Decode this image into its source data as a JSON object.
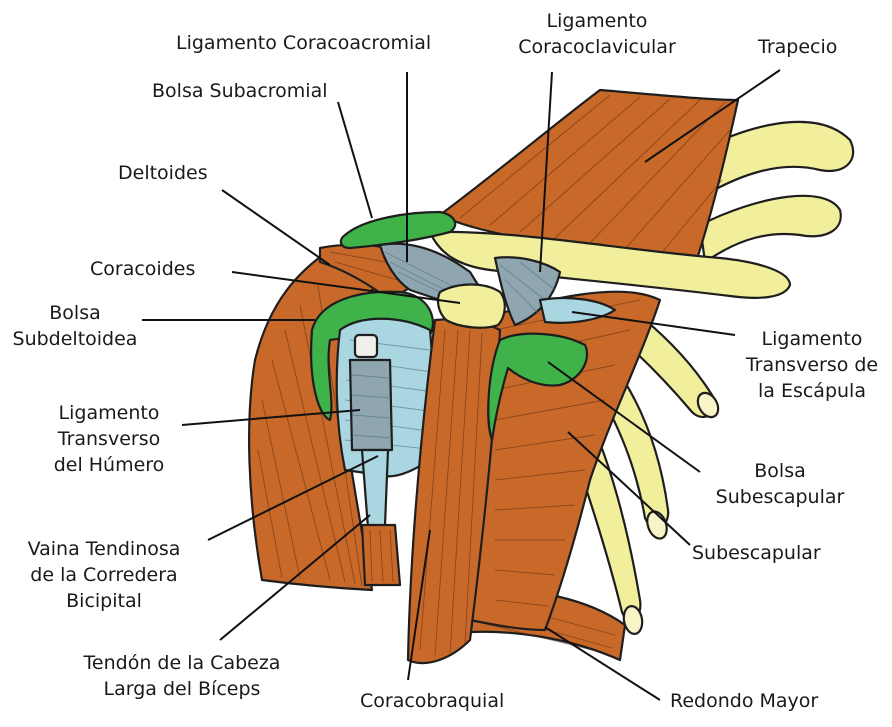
{
  "labels": {
    "lig_coracoacromial": "Ligamento Coracoacromial",
    "lig_coracoclavicular_1": "Ligamento",
    "lig_coracoclavicular_2": "Coracoclavicular",
    "trapecio": "Trapecio",
    "bolsa_subacromial": "Bolsa Subacromial",
    "deltoides": "Deltoides",
    "coracoides": "Coracoides",
    "bolsa_subdeltoidea_1": "Bolsa",
    "bolsa_subdeltoidea_2": "Subdeltoidea",
    "lig_transverso_escapula_1": "Ligamento",
    "lig_transverso_escapula_2": "Transverso de",
    "lig_transverso_escapula_3": "la Escápula",
    "lig_transverso_humero_1": "Ligamento",
    "lig_transverso_humero_2": "Transverso",
    "lig_transverso_humero_3": "del Húmero",
    "bolsa_subescapular_1": "Bolsa",
    "bolsa_subescapular_2": "Subescapular",
    "vaina_1": "Vaina Tendinosa",
    "vaina_2": "de la Corredera",
    "vaina_3": "Bicipital",
    "subescapular": "Subescapular",
    "tendon_biceps_1": "Tendón de la Cabeza",
    "tendon_biceps_2": "Larga del Bíceps",
    "coracobraquial": "Coracobraquial",
    "redondo_mayor": "Redondo Mayor"
  },
  "colors": {
    "muscle": "#c8692a",
    "muscle_dark": "#a9521c",
    "bursa": "#3fb34a",
    "bone": "#f1ee9c",
    "tendon": "#a9d6e0",
    "ligament": "#8fa6b0",
    "line": "#111111"
  }
}
